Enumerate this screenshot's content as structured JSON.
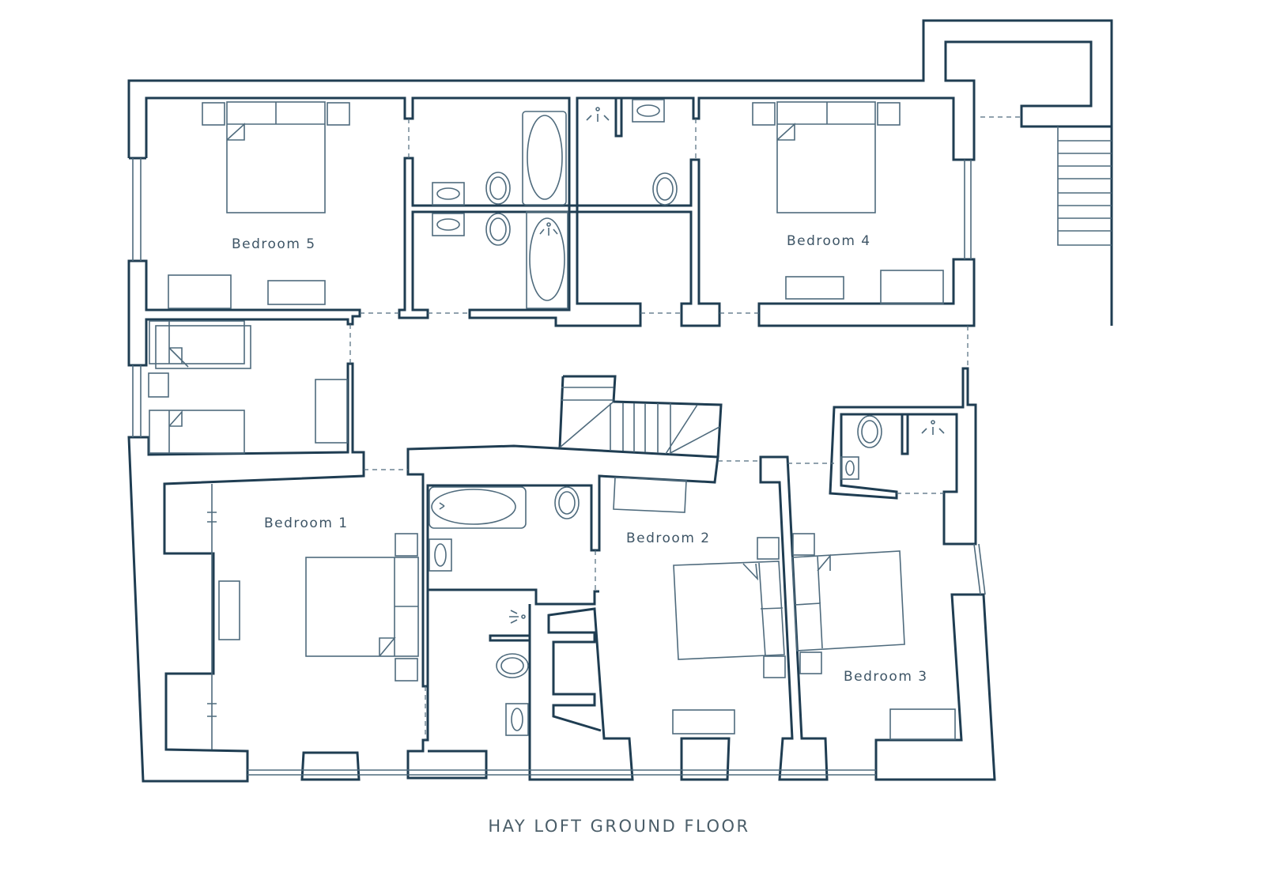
{
  "title": "HAY LOFT GROUND FLOOR",
  "rooms": {
    "bedroom1": "Bedroom 1",
    "bedroom2": "Bedroom 2",
    "bedroom3": "Bedroom 3",
    "bedroom4": "Bedroom 4",
    "bedroom5": "Bedroom 5"
  },
  "colors": {
    "wall": "#1f3d52",
    "furniture": "#4f6b7d",
    "text": "#3e5566"
  }
}
